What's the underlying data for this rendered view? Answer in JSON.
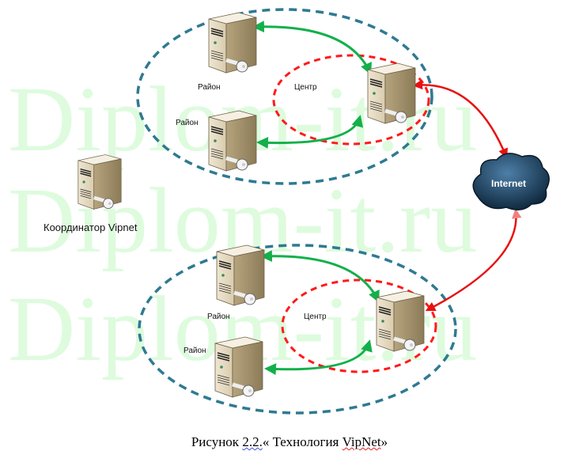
{
  "watermark": "Diplom-it.ru",
  "labels": {
    "district": "Район",
    "center": "Центр",
    "coordinator": "Координатор Vipnet",
    "internet": "Internet"
  },
  "caption": {
    "prefix": "Рисунок",
    "number": "2.2.",
    "text": "« Технология",
    "product": "VipNet",
    "suffix": "»"
  },
  "colors": {
    "network_outline": "#2e7a92",
    "center_link": "#ff1a1a",
    "district_link": "#12b04a",
    "internet_link": "#e81010",
    "watermark": "#d9fbd9"
  }
}
